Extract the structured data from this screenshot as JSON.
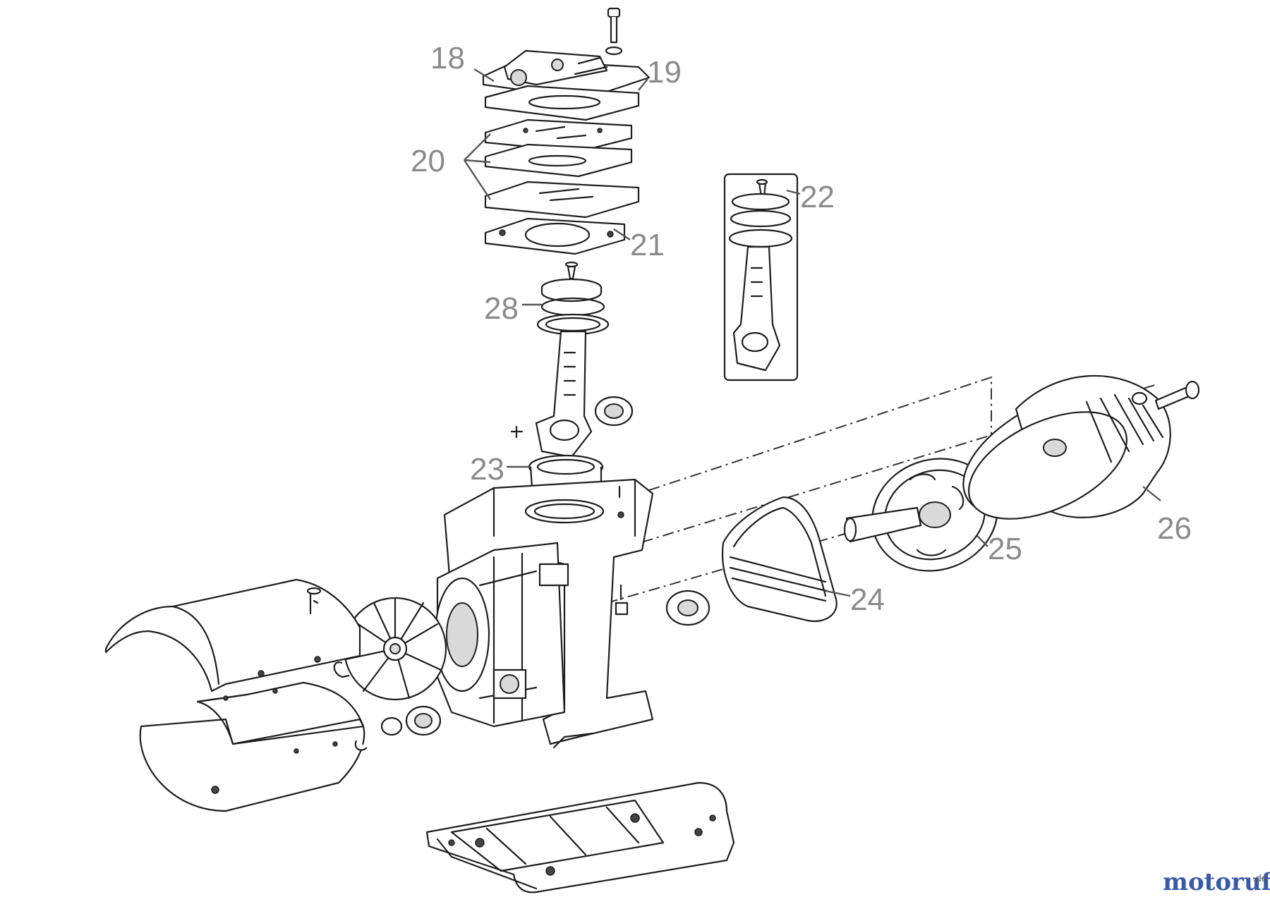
{
  "diagram": {
    "part_labels": [
      {
        "id": "18",
        "text": "18"
      },
      {
        "id": "19",
        "text": "19"
      },
      {
        "id": "20",
        "text": "20"
      },
      {
        "id": "21",
        "text": "21"
      },
      {
        "id": "22",
        "text": "22"
      },
      {
        "id": "23",
        "text": "23"
      },
      {
        "id": "24",
        "text": "24"
      },
      {
        "id": "25",
        "text": "25"
      },
      {
        "id": "26",
        "text": "26"
      },
      {
        "id": "28",
        "text": "28"
      }
    ],
    "label_color": "#8a8a8a",
    "line_color": "#1e1e1e"
  },
  "watermark": {
    "brand": "motoruf",
    "suffix": ".de",
    "brand_color": "#3a5aa8"
  }
}
